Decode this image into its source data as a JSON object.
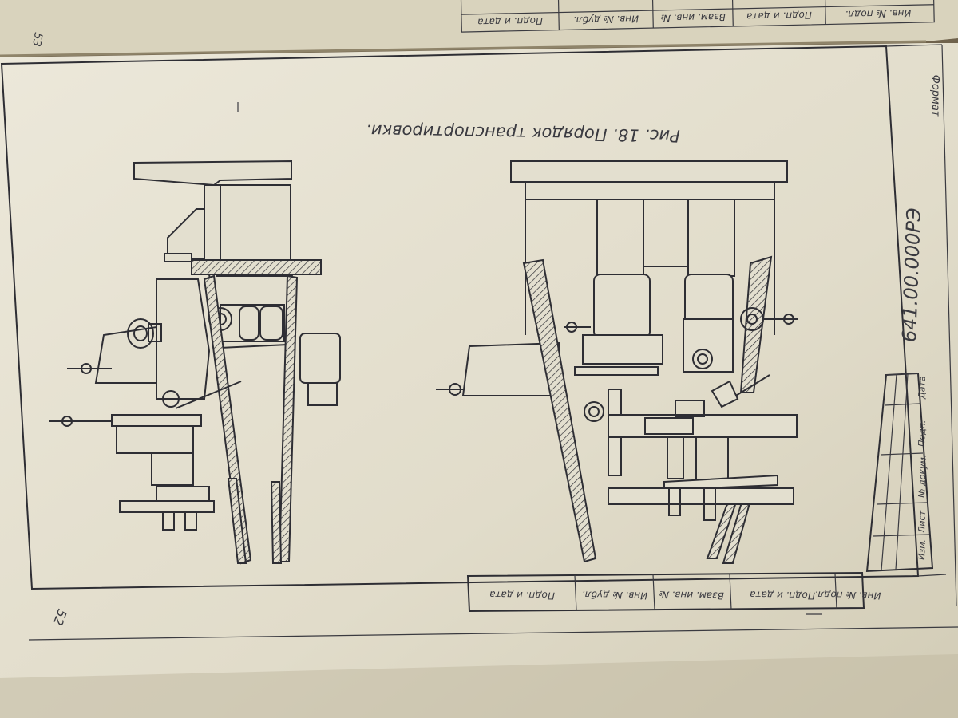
{
  "top_page": {
    "stamp_cells": [
      "Подп. и дата",
      "Инв. № дубл.",
      "Взам. инв. №",
      "Подп. и дата",
      "Инв. № подл."
    ],
    "corner_mark": "53"
  },
  "drawing_sheet": {
    "caption": "Рис. 18. Порядок транспортировки.",
    "document_code": "641.00.000РЭ",
    "format_label": "Формат",
    "page_number": "52",
    "bottom_stamp_cells": [
      "Инв. № подл.",
      "Подп. и дата",
      "Взам. инв. №",
      "Инв. № дубл.",
      "Подп. и дата"
    ],
    "title_block_headers": [
      "Изм.",
      "Лист",
      "№ докум.",
      "Подп.",
      "Дата"
    ]
  }
}
